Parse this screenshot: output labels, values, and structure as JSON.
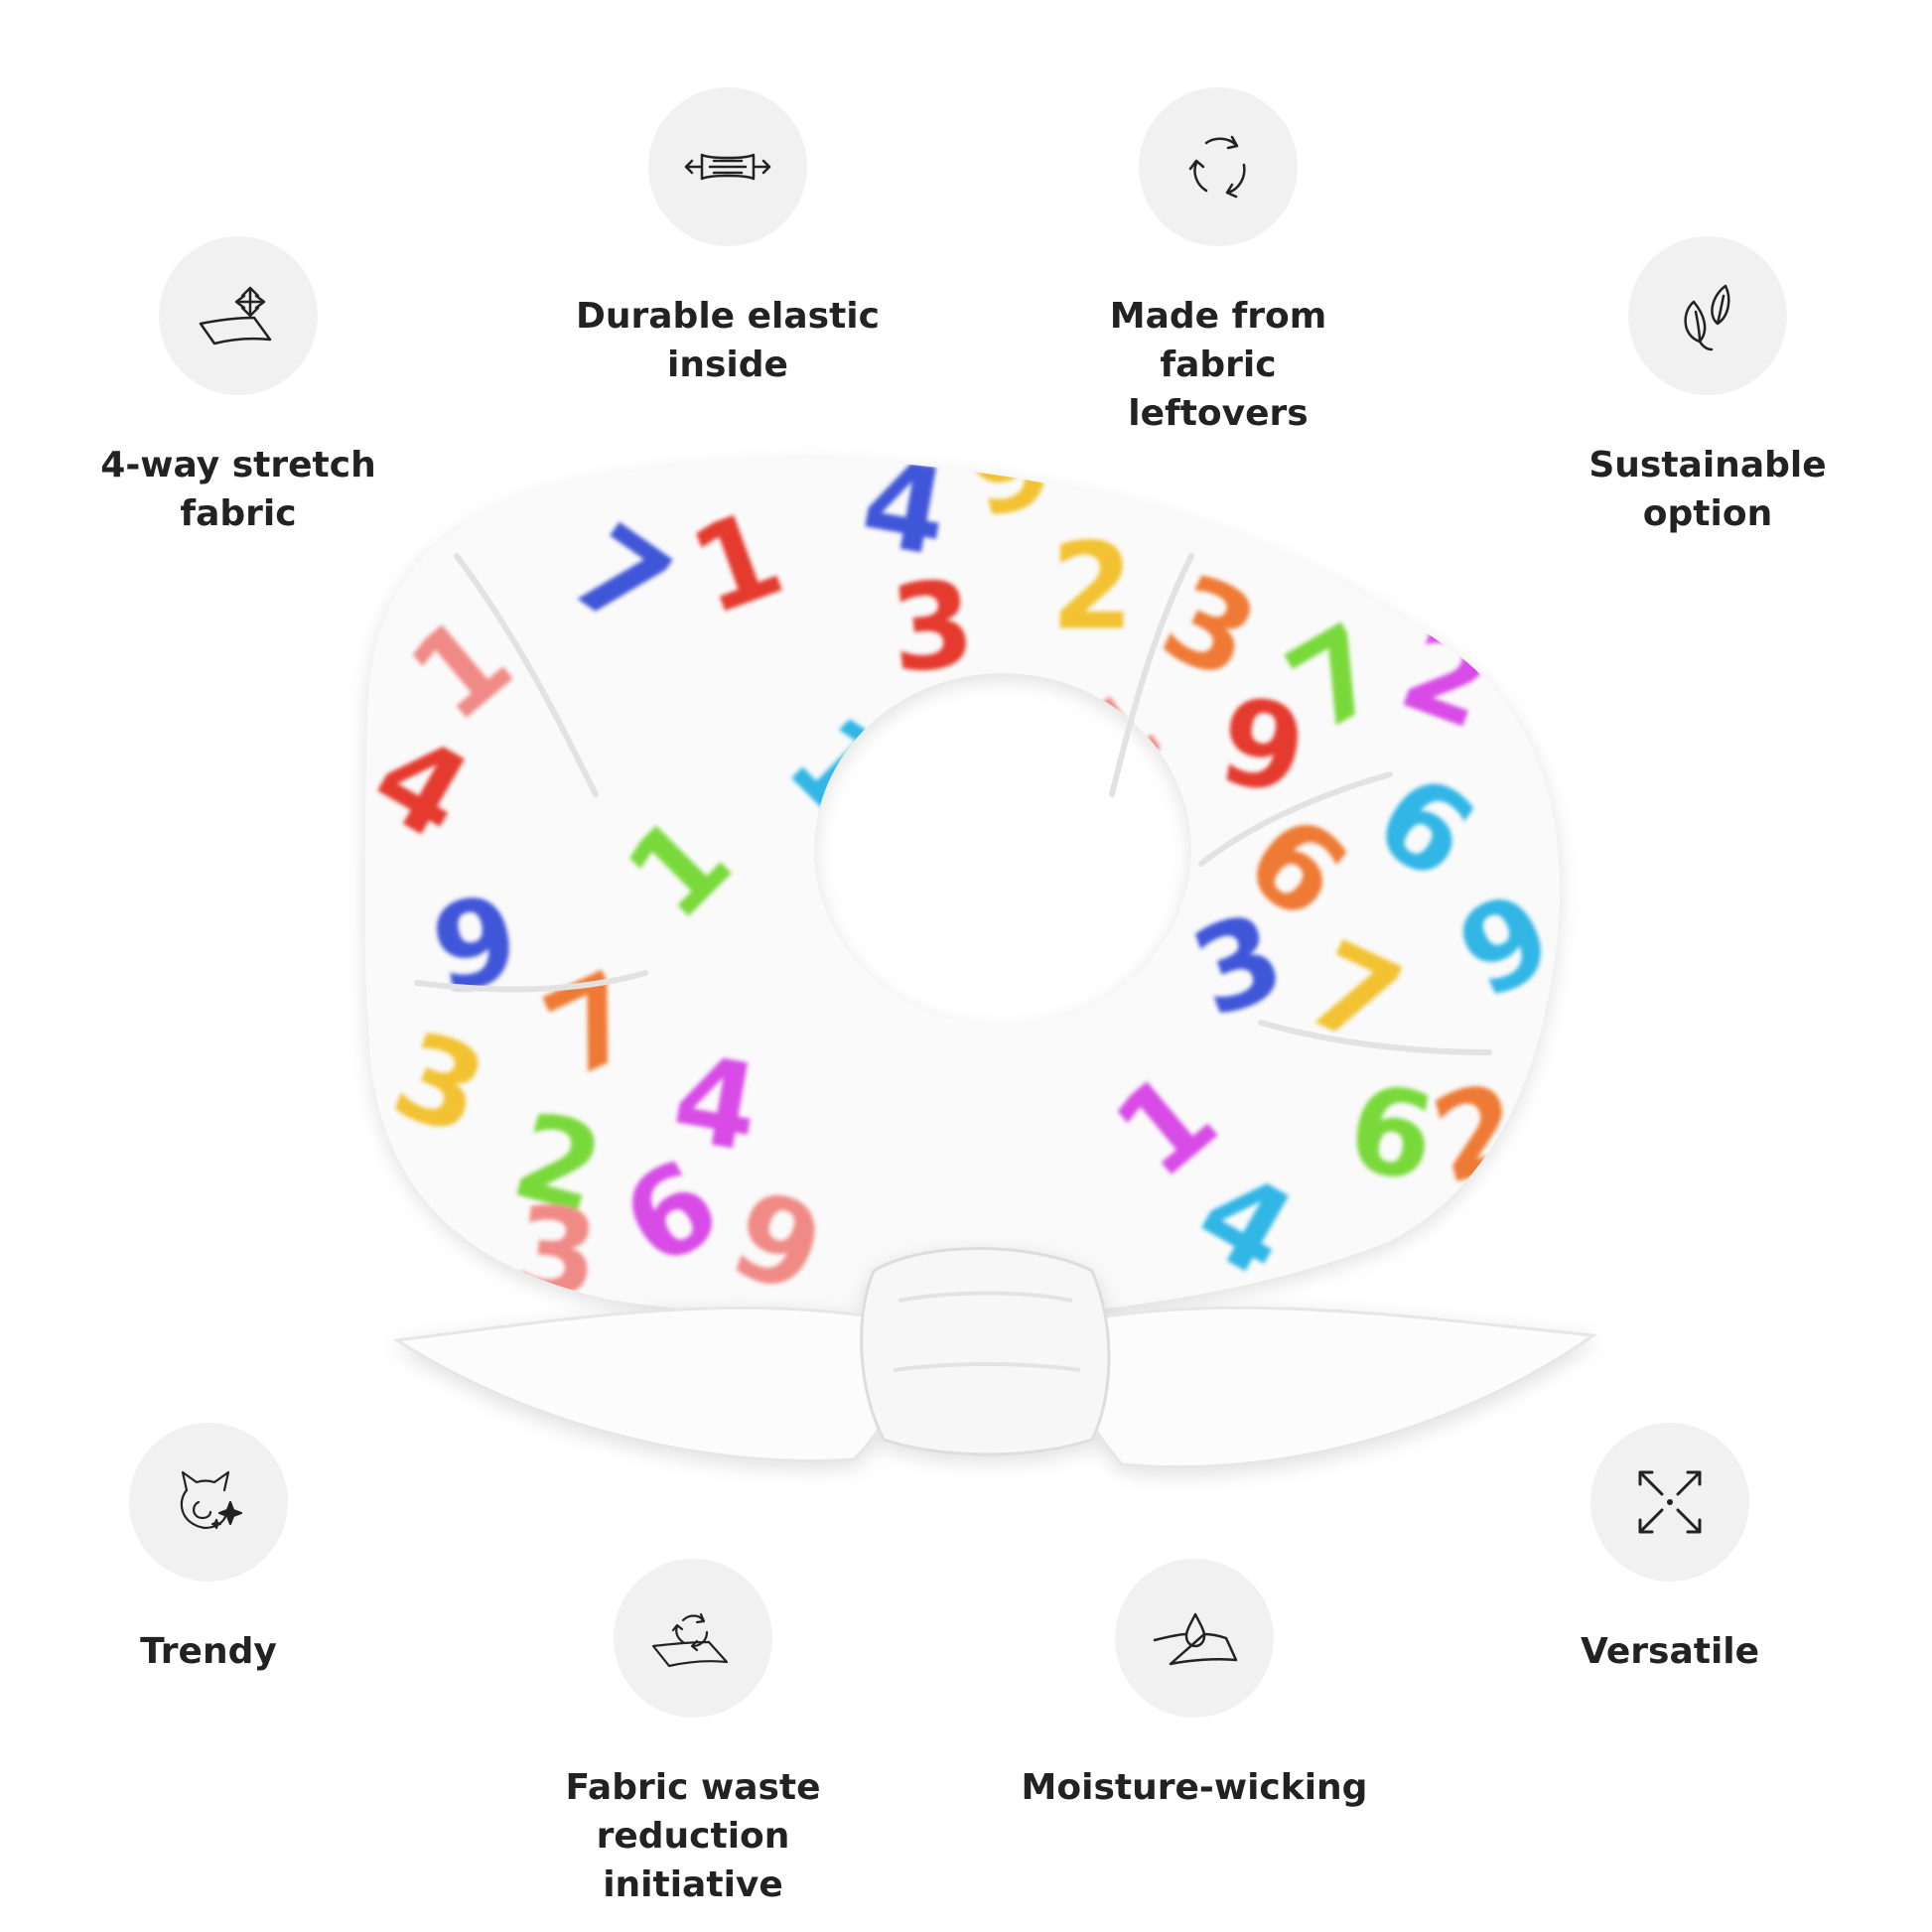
{
  "features": [
    {
      "id": "stretch",
      "icon": "four-way-stretch-icon",
      "label": "4-way stretch\nfabric"
    },
    {
      "id": "elastic",
      "icon": "elastic-icon",
      "label": "Durable elastic\ninside"
    },
    {
      "id": "leftovers",
      "icon": "recycle-icon",
      "label": "Made from fabric\nleftovers"
    },
    {
      "id": "sustain",
      "icon": "leaf-icon",
      "label": "Sustainable\noption"
    },
    {
      "id": "trendy",
      "icon": "cat-sparkle-icon",
      "label": "Trendy"
    },
    {
      "id": "waste",
      "icon": "fabric-recycle-icon",
      "label": "Fabric waste reduction\ninitiative"
    },
    {
      "id": "moisture",
      "icon": "water-drop-icon",
      "label": "Moisture-wicking"
    },
    {
      "id": "versatile",
      "icon": "expand-arrows-icon",
      "label": "Versatile"
    }
  ],
  "product": {
    "pattern_colors": [
      "#e53a2f",
      "#3f56d8",
      "#f2c230",
      "#ef7a35",
      "#79d93a",
      "#d84ce6",
      "#32b6e6",
      "#f08a86"
    ],
    "glyphs": [
      "1",
      "2",
      "3",
      "4",
      "6",
      "7",
      "9"
    ]
  }
}
